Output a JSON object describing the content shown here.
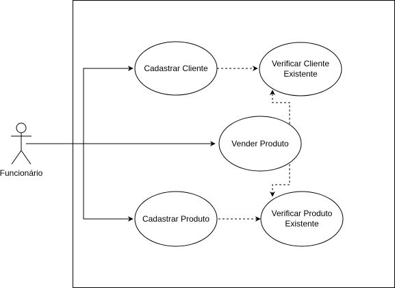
{
  "diagram": {
    "type": "use-case",
    "colors": {
      "stroke": "#000000",
      "fill": "#ffffff",
      "text": "#000000"
    },
    "actor": {
      "label": "Funcionário"
    },
    "use_cases": {
      "cadastrar_cliente": [
        "Cadastrar Cliente"
      ],
      "verificar_cliente": [
        "Verificar Cliente",
        "Existente"
      ],
      "vender_produto": [
        "Vender Produto"
      ],
      "cadastrar_produto": [
        "Cadastrar Produto"
      ],
      "verificar_produto": [
        "Verificar Produto",
        "Existente"
      ]
    },
    "relationships": [
      {
        "from": "actor",
        "to": "cadastrar_cliente",
        "style": "solid"
      },
      {
        "from": "actor",
        "to": "vender_produto",
        "style": "solid"
      },
      {
        "from": "actor",
        "to": "cadastrar_produto",
        "style": "solid"
      },
      {
        "from": "cadastrar_cliente",
        "to": "verificar_cliente",
        "style": "dashed"
      },
      {
        "from": "vender_produto",
        "to": "verificar_cliente",
        "style": "dashed"
      },
      {
        "from": "vender_produto",
        "to": "verificar_produto",
        "style": "dashed"
      },
      {
        "from": "cadastrar_produto",
        "to": "verificar_produto",
        "style": "dashed"
      }
    ]
  }
}
